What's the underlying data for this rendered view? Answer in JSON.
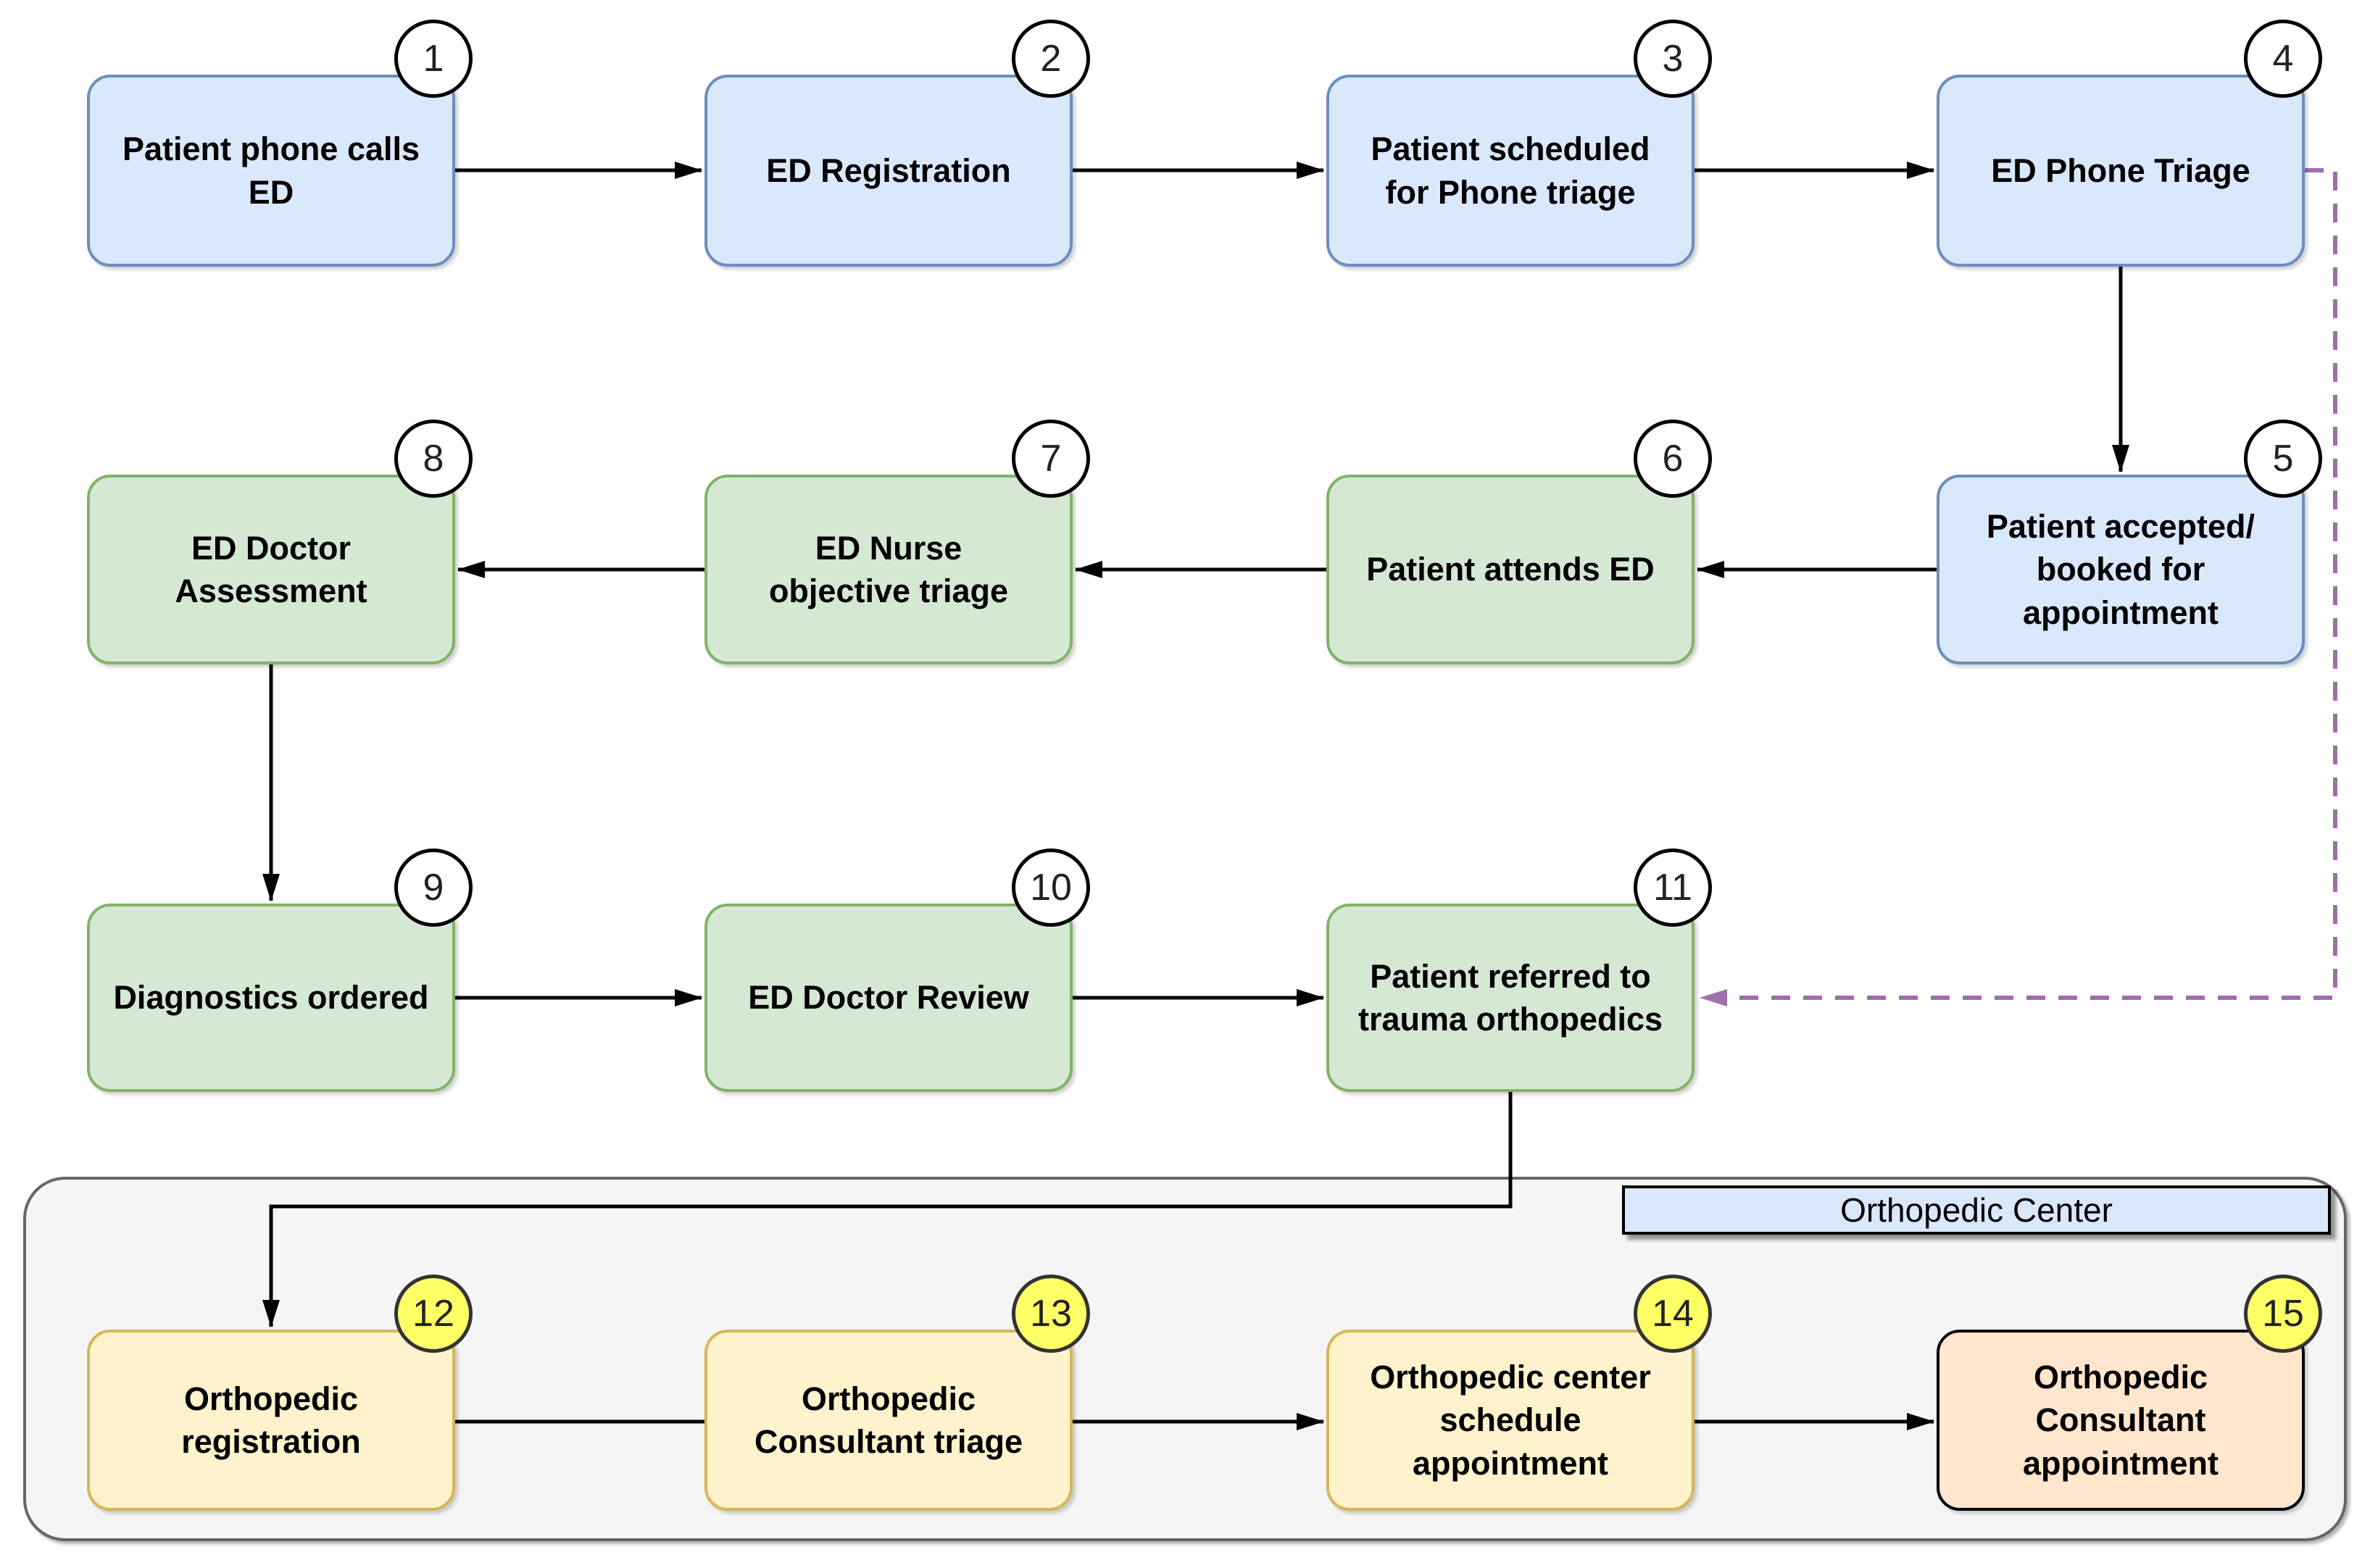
{
  "diagram": {
    "container": {
      "label": "Orthopedic Center"
    },
    "nodes": [
      {
        "id": "1",
        "label": "Patient phone calls\nED",
        "section": "emergency-department",
        "fill": "#dae8fc",
        "border": "#6c8ebf",
        "badge_fill": "#ffffff"
      },
      {
        "id": "2",
        "label": "ED Registration",
        "section": "emergency-department",
        "fill": "#dae8fc",
        "border": "#6c8ebf",
        "badge_fill": "#ffffff"
      },
      {
        "id": "3",
        "label": "Patient scheduled\nfor Phone triage",
        "section": "emergency-department",
        "fill": "#dae8fc",
        "border": "#6c8ebf",
        "badge_fill": "#ffffff"
      },
      {
        "id": "4",
        "label": "ED Phone Triage",
        "section": "emergency-department",
        "fill": "#dae8fc",
        "border": "#6c8ebf",
        "badge_fill": "#ffffff"
      },
      {
        "id": "5",
        "label": "Patient accepted/\nbooked for\nappointment",
        "section": "emergency-department",
        "fill": "#dae8fc",
        "border": "#6c8ebf",
        "badge_fill": "#ffffff"
      },
      {
        "id": "6",
        "label": "Patient attends ED",
        "section": "emergency-department",
        "fill": "#d5e8d4",
        "border": "#82b366",
        "badge_fill": "#ffffff"
      },
      {
        "id": "7",
        "label": "ED Nurse\nobjective triage",
        "section": "emergency-department",
        "fill": "#d5e8d4",
        "border": "#82b366",
        "badge_fill": "#ffffff"
      },
      {
        "id": "8",
        "label": "ED Doctor\nAssessment",
        "section": "emergency-department",
        "fill": "#d5e8d4",
        "border": "#82b366",
        "badge_fill": "#ffffff"
      },
      {
        "id": "9",
        "label": "Diagnostics ordered",
        "section": "emergency-department",
        "fill": "#d5e8d4",
        "border": "#82b366",
        "badge_fill": "#ffffff"
      },
      {
        "id": "10",
        "label": "ED Doctor Review",
        "section": "emergency-department",
        "fill": "#d5e8d4",
        "border": "#82b366",
        "badge_fill": "#ffffff"
      },
      {
        "id": "11",
        "label": "Patient referred to\ntrauma orthopedics",
        "section": "emergency-department",
        "fill": "#d5e8d4",
        "border": "#82b366",
        "badge_fill": "#ffffff"
      },
      {
        "id": "12",
        "label": "Orthopedic\nregistration",
        "section": "orthopedic-center",
        "fill": "#fff2cc",
        "border": "#d6b656",
        "badge_fill": "#ffff66"
      },
      {
        "id": "13",
        "label": "Orthopedic\nConsultant triage",
        "section": "orthopedic-center",
        "fill": "#fff2cc",
        "border": "#d6b656",
        "badge_fill": "#ffff66"
      },
      {
        "id": "14",
        "label": "Orthopedic center\nschedule\nappointment",
        "section": "orthopedic-center",
        "fill": "#fff2cc",
        "border": "#d6b656",
        "badge_fill": "#ffff66"
      },
      {
        "id": "15",
        "label": "Orthopedic\nConsultant\nappointment",
        "section": "orthopedic-center",
        "fill": "#ffe6cc",
        "border": "#000000",
        "badge_fill": "#ffff66"
      }
    ],
    "edges": [
      {
        "from": "1",
        "to": "2",
        "style": "solid",
        "arrow": true
      },
      {
        "from": "2",
        "to": "3",
        "style": "solid",
        "arrow": true
      },
      {
        "from": "3",
        "to": "4",
        "style": "solid",
        "arrow": true
      },
      {
        "from": "4",
        "to": "5",
        "style": "solid",
        "arrow": true
      },
      {
        "from": "5",
        "to": "6",
        "style": "solid",
        "arrow": true
      },
      {
        "from": "6",
        "to": "7",
        "style": "solid",
        "arrow": true
      },
      {
        "from": "7",
        "to": "8",
        "style": "solid",
        "arrow": true
      },
      {
        "from": "8",
        "to": "9",
        "style": "solid",
        "arrow": true
      },
      {
        "from": "9",
        "to": "10",
        "style": "solid",
        "arrow": true
      },
      {
        "from": "10",
        "to": "11",
        "style": "solid",
        "arrow": true
      },
      {
        "from": "11",
        "to": "12",
        "style": "solid",
        "arrow": true
      },
      {
        "from": "12",
        "to": "13",
        "style": "solid",
        "arrow": false
      },
      {
        "from": "13",
        "to": "14",
        "style": "solid",
        "arrow": true
      },
      {
        "from": "14",
        "to": "15",
        "style": "solid",
        "arrow": true
      },
      {
        "from": "4",
        "to": "11",
        "style": "dashed",
        "arrow": true
      }
    ],
    "palette": {
      "ed_call_fill": "#dae8fc",
      "ed_call_border": "#6c8ebf",
      "ed_visit_fill": "#d5e8d4",
      "ed_visit_border": "#82b366",
      "ortho_fill": "#fff2cc",
      "ortho_border": "#d6b656",
      "ortho_final_fill": "#ffe6cc",
      "ortho_final_border": "#000000",
      "badge_white": "#ffffff",
      "badge_yellow": "#ffff66",
      "container_fill": "#f5f5f5",
      "container_border": "#666666",
      "label_fill": "#dae8fc",
      "connector": "#000000",
      "connector_dashed": "#9e6fad"
    }
  }
}
